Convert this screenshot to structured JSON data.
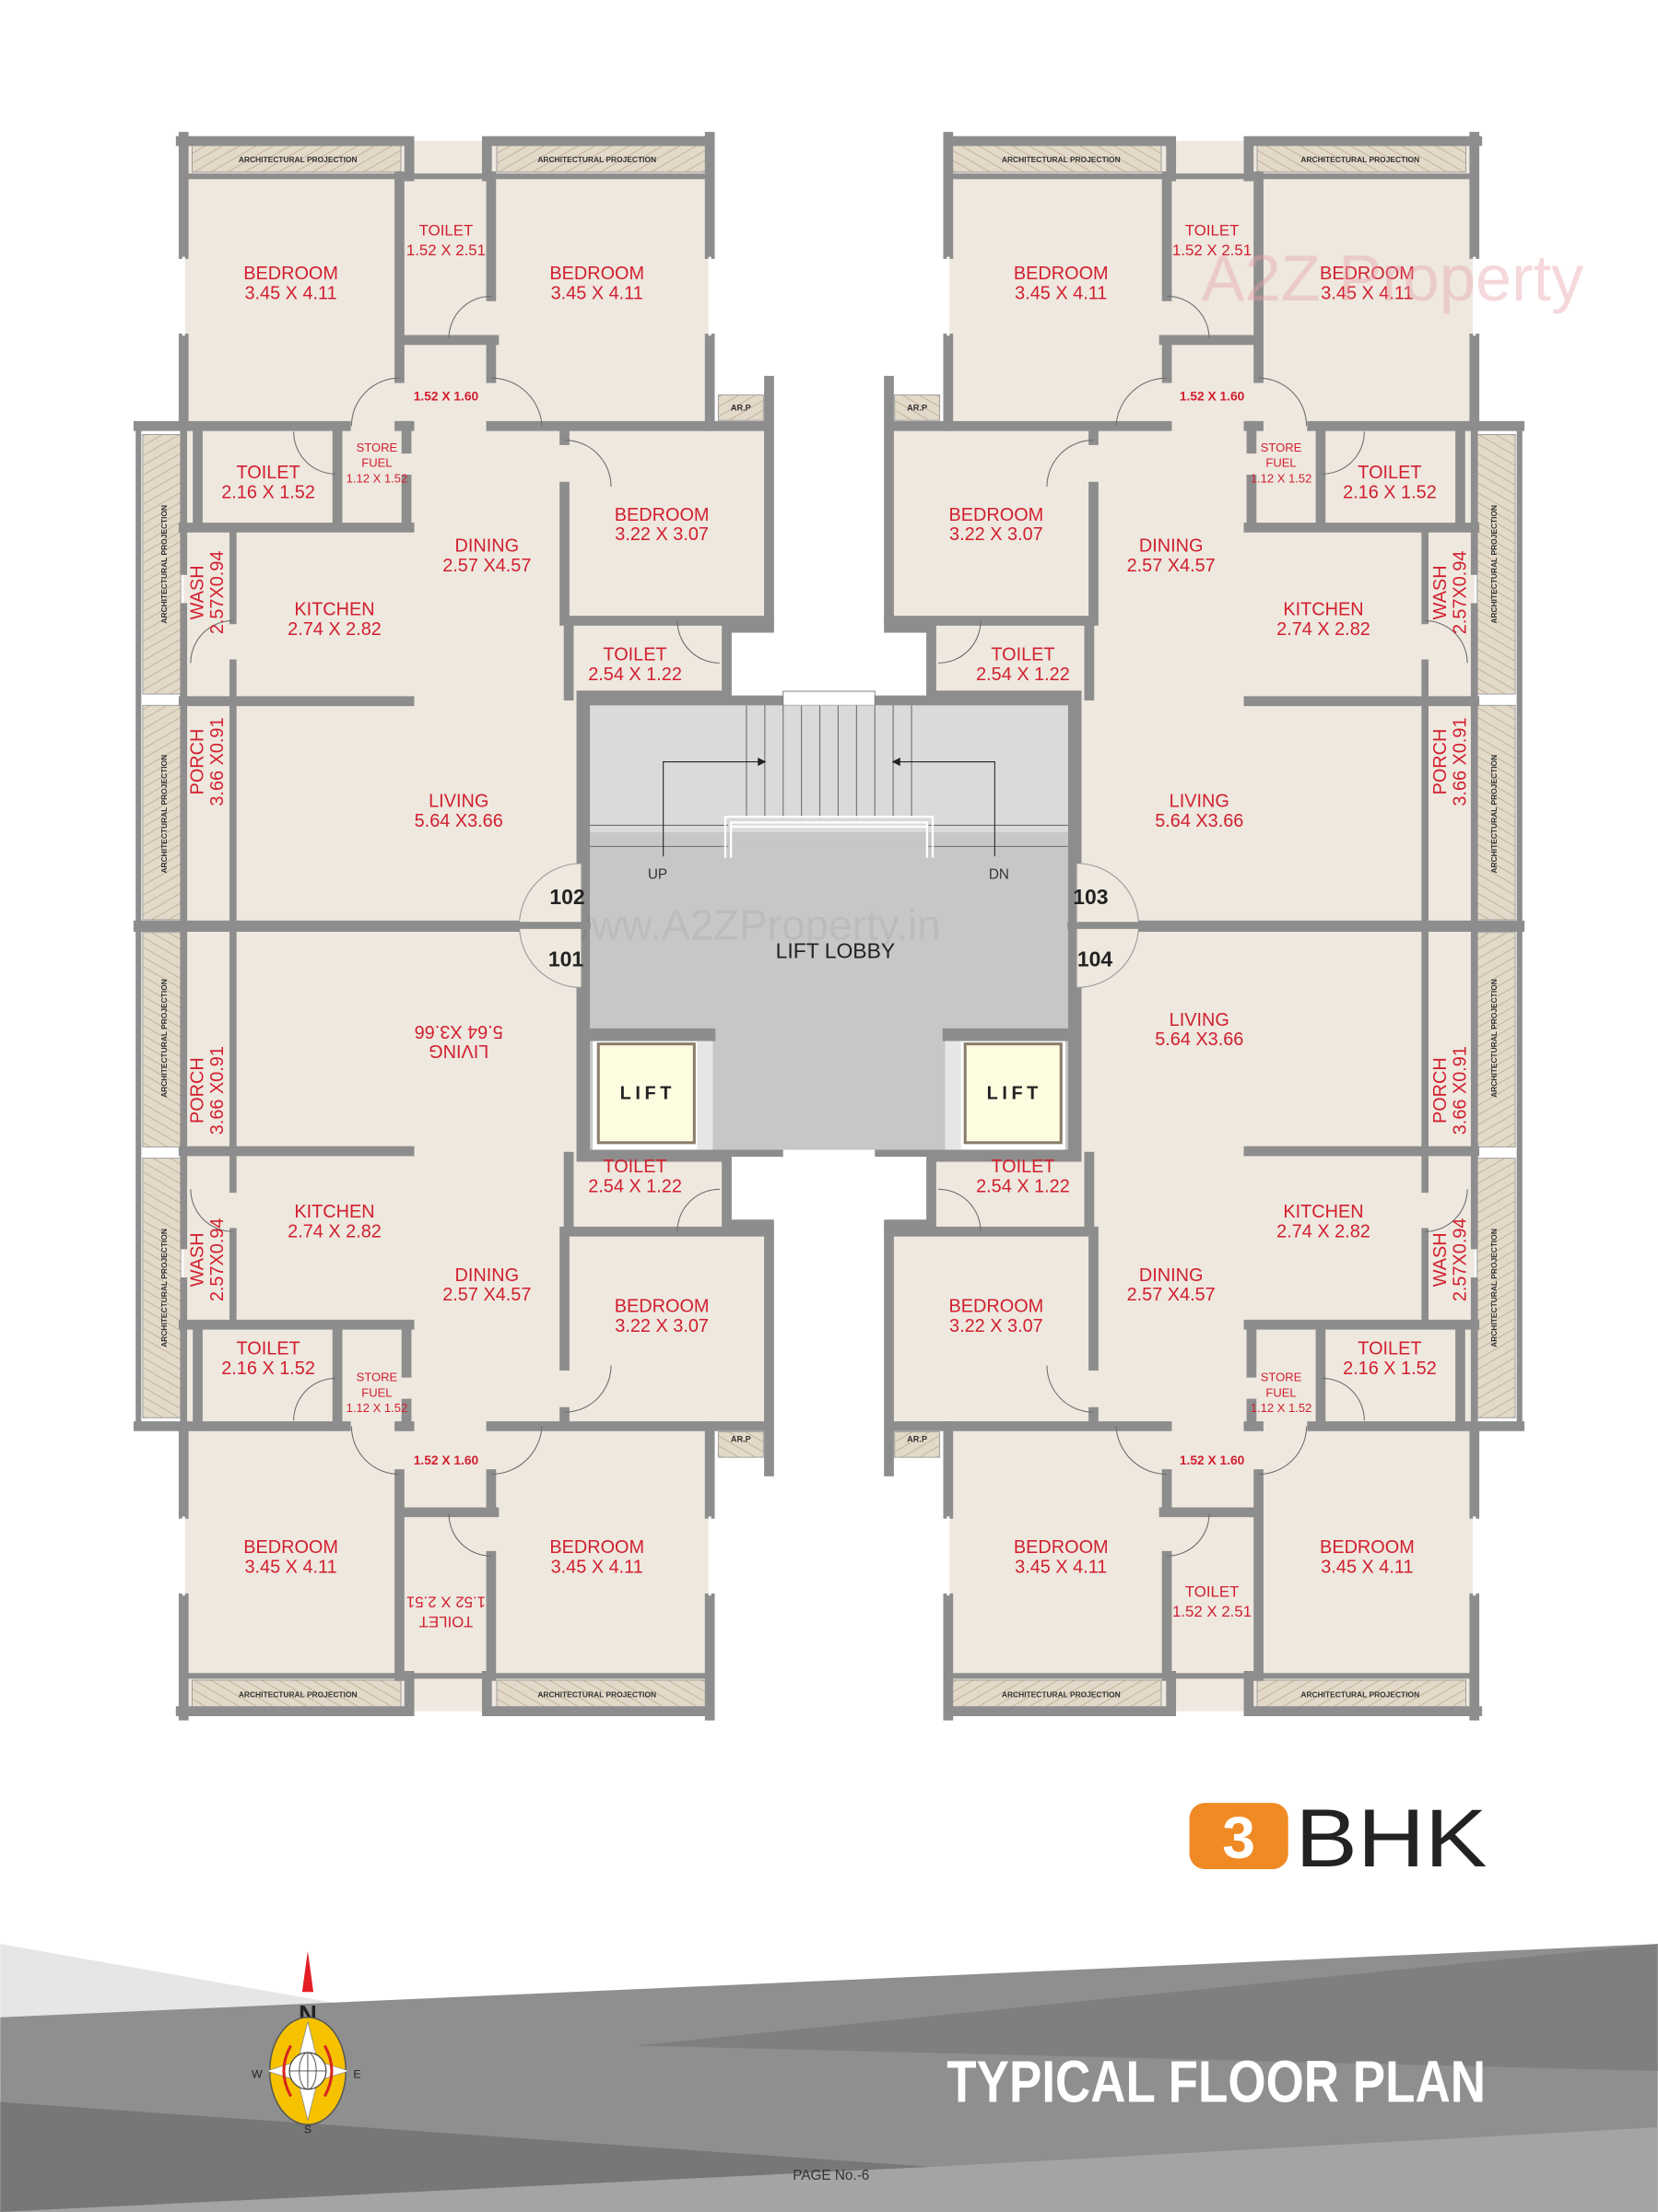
{
  "watermark": {
    "url": "www.A2ZProperty.in",
    "logo": "A2Z Property"
  },
  "projection_label": "ARCHITECTURAL PROJECTION",
  "arp_label": "AR.P",
  "units": [
    {
      "number": "102",
      "rooms": [
        {
          "name": "BEDROOM",
          "size": "3.45 X 4.11"
        },
        {
          "name": "TOILET",
          "size": "1.52 X 2.51"
        },
        {
          "name": "BEDROOM",
          "size": "3.45 X 4.11"
        },
        {
          "name": "",
          "size": "1.52 X 1.60"
        },
        {
          "name": "TOILET",
          "size": "2.16 X 1.52"
        },
        {
          "name": "STORE",
          "name2": "FUEL",
          "size": "1.12 X 1.52"
        },
        {
          "name": "DINING",
          "size": "2.57 X4.57"
        },
        {
          "name": "BEDROOM",
          "size": "3.22 X 3.07"
        },
        {
          "name": "KITCHEN",
          "size": "2.74 X 2.82"
        },
        {
          "name": "WASH",
          "size": "2.57X0.94"
        },
        {
          "name": "TOILET",
          "size": "2.54 X 1.22"
        },
        {
          "name": "LIVING",
          "size": "5.64 X3.66"
        },
        {
          "name": "PORCH",
          "size": "3.66 X0.91"
        }
      ]
    },
    {
      "number": "103",
      "rooms": [
        {
          "name": "BEDROOM",
          "size": "3.45 X 4.11"
        },
        {
          "name": "TOILET",
          "size": "1.52 X 2.51"
        },
        {
          "name": "BEDROOM",
          "size": "3.45 X 4.11"
        },
        {
          "name": "",
          "size": "1.52 X 1.60"
        },
        {
          "name": "TOILET",
          "size": "2.16 X 1.52"
        },
        {
          "name": "STORE",
          "name2": "FUEL",
          "size": "1.12 X 1.52"
        },
        {
          "name": "DINING",
          "size": "2.57 X4.57"
        },
        {
          "name": "BEDROOM",
          "size": "3.22 X 3.07"
        },
        {
          "name": "KITCHEN",
          "size": "2.74 X 2.82"
        },
        {
          "name": "WASH",
          "size": "2.57X0.94"
        },
        {
          "name": "TOILET",
          "size": "2.54 X 1.22"
        },
        {
          "name": "LIVING",
          "size": "5.64 X3.66"
        },
        {
          "name": "PORCH",
          "size": "3.66 X0.91"
        }
      ]
    },
    {
      "number": "101",
      "rooms": [
        {
          "name": "BEDROOM",
          "size": "3.45 X 4.11"
        },
        {
          "name": "TOILET",
          "size": "1.52 X 2.51"
        },
        {
          "name": "BEDROOM",
          "size": "3.45 X 4.11"
        },
        {
          "name": "",
          "size": "1.52 X 1.60"
        },
        {
          "name": "TOILET",
          "size": "2.16 X 1.52"
        },
        {
          "name": "STORE",
          "name2": "FUEL",
          "size": "1.12 X 1.52"
        },
        {
          "name": "DINING",
          "size": "2.57 X4.57"
        },
        {
          "name": "BEDROOM",
          "size": "3.22 X 3.07"
        },
        {
          "name": "KITCHEN",
          "size": "2.74 X 2.82"
        },
        {
          "name": "WASH",
          "size": "2.57X0.94"
        },
        {
          "name": "TOILET",
          "size": "2.54 X 1.22"
        },
        {
          "name": "LIVING",
          "size": "5.64 X3.66"
        },
        {
          "name": "PORCH",
          "size": "3.66 X0.91"
        }
      ]
    },
    {
      "number": "104",
      "rooms": [
        {
          "name": "BEDROOM",
          "size": "3.45 X 4.11"
        },
        {
          "name": "TOILET",
          "size": "1.52 X 2.51"
        },
        {
          "name": "BEDROOM",
          "size": "3.45 X 4.11"
        },
        {
          "name": "",
          "size": "1.52 X 1.60"
        },
        {
          "name": "TOILET",
          "size": "2.16 X 1.52"
        },
        {
          "name": "STORE",
          "name2": "FUEL",
          "size": "1.12 X 1.52"
        },
        {
          "name": "DINING",
          "size": "2.57 X4.57"
        },
        {
          "name": "BEDROOM",
          "size": "3.22 X 3.07"
        },
        {
          "name": "KITCHEN",
          "size": "2.74 X 2.82"
        },
        {
          "name": "WASH",
          "size": "2.57X0.94"
        },
        {
          "name": "TOILET",
          "size": "2.54 X 1.22"
        },
        {
          "name": "LIVING",
          "size": "5.64 X3.66"
        },
        {
          "name": "PORCH",
          "size": "3.66 X0.91"
        }
      ]
    }
  ],
  "core": {
    "stair_up": "UP",
    "stair_down": "DN",
    "lobby": "LIFT LOBBY",
    "lift_left": "LIFT",
    "lift_right": "LIFT"
  },
  "footer": {
    "bhk_number": "3",
    "bhk_text": "BHK",
    "title": "TYPICAL FLOOR PLAN",
    "page_number": "PAGE No.-6",
    "compass": {
      "n": "N",
      "s": "S",
      "e": "E",
      "w": "W"
    }
  },
  "colors": {
    "room_label": "#d21f2f",
    "floor": "#eee8df",
    "wall": "#8d8d8d",
    "lobby": "#c6c7c7",
    "stair": "#d9dbdb",
    "lift_car": "#fdfbe0",
    "bhk_orange": "#f08a24"
  }
}
